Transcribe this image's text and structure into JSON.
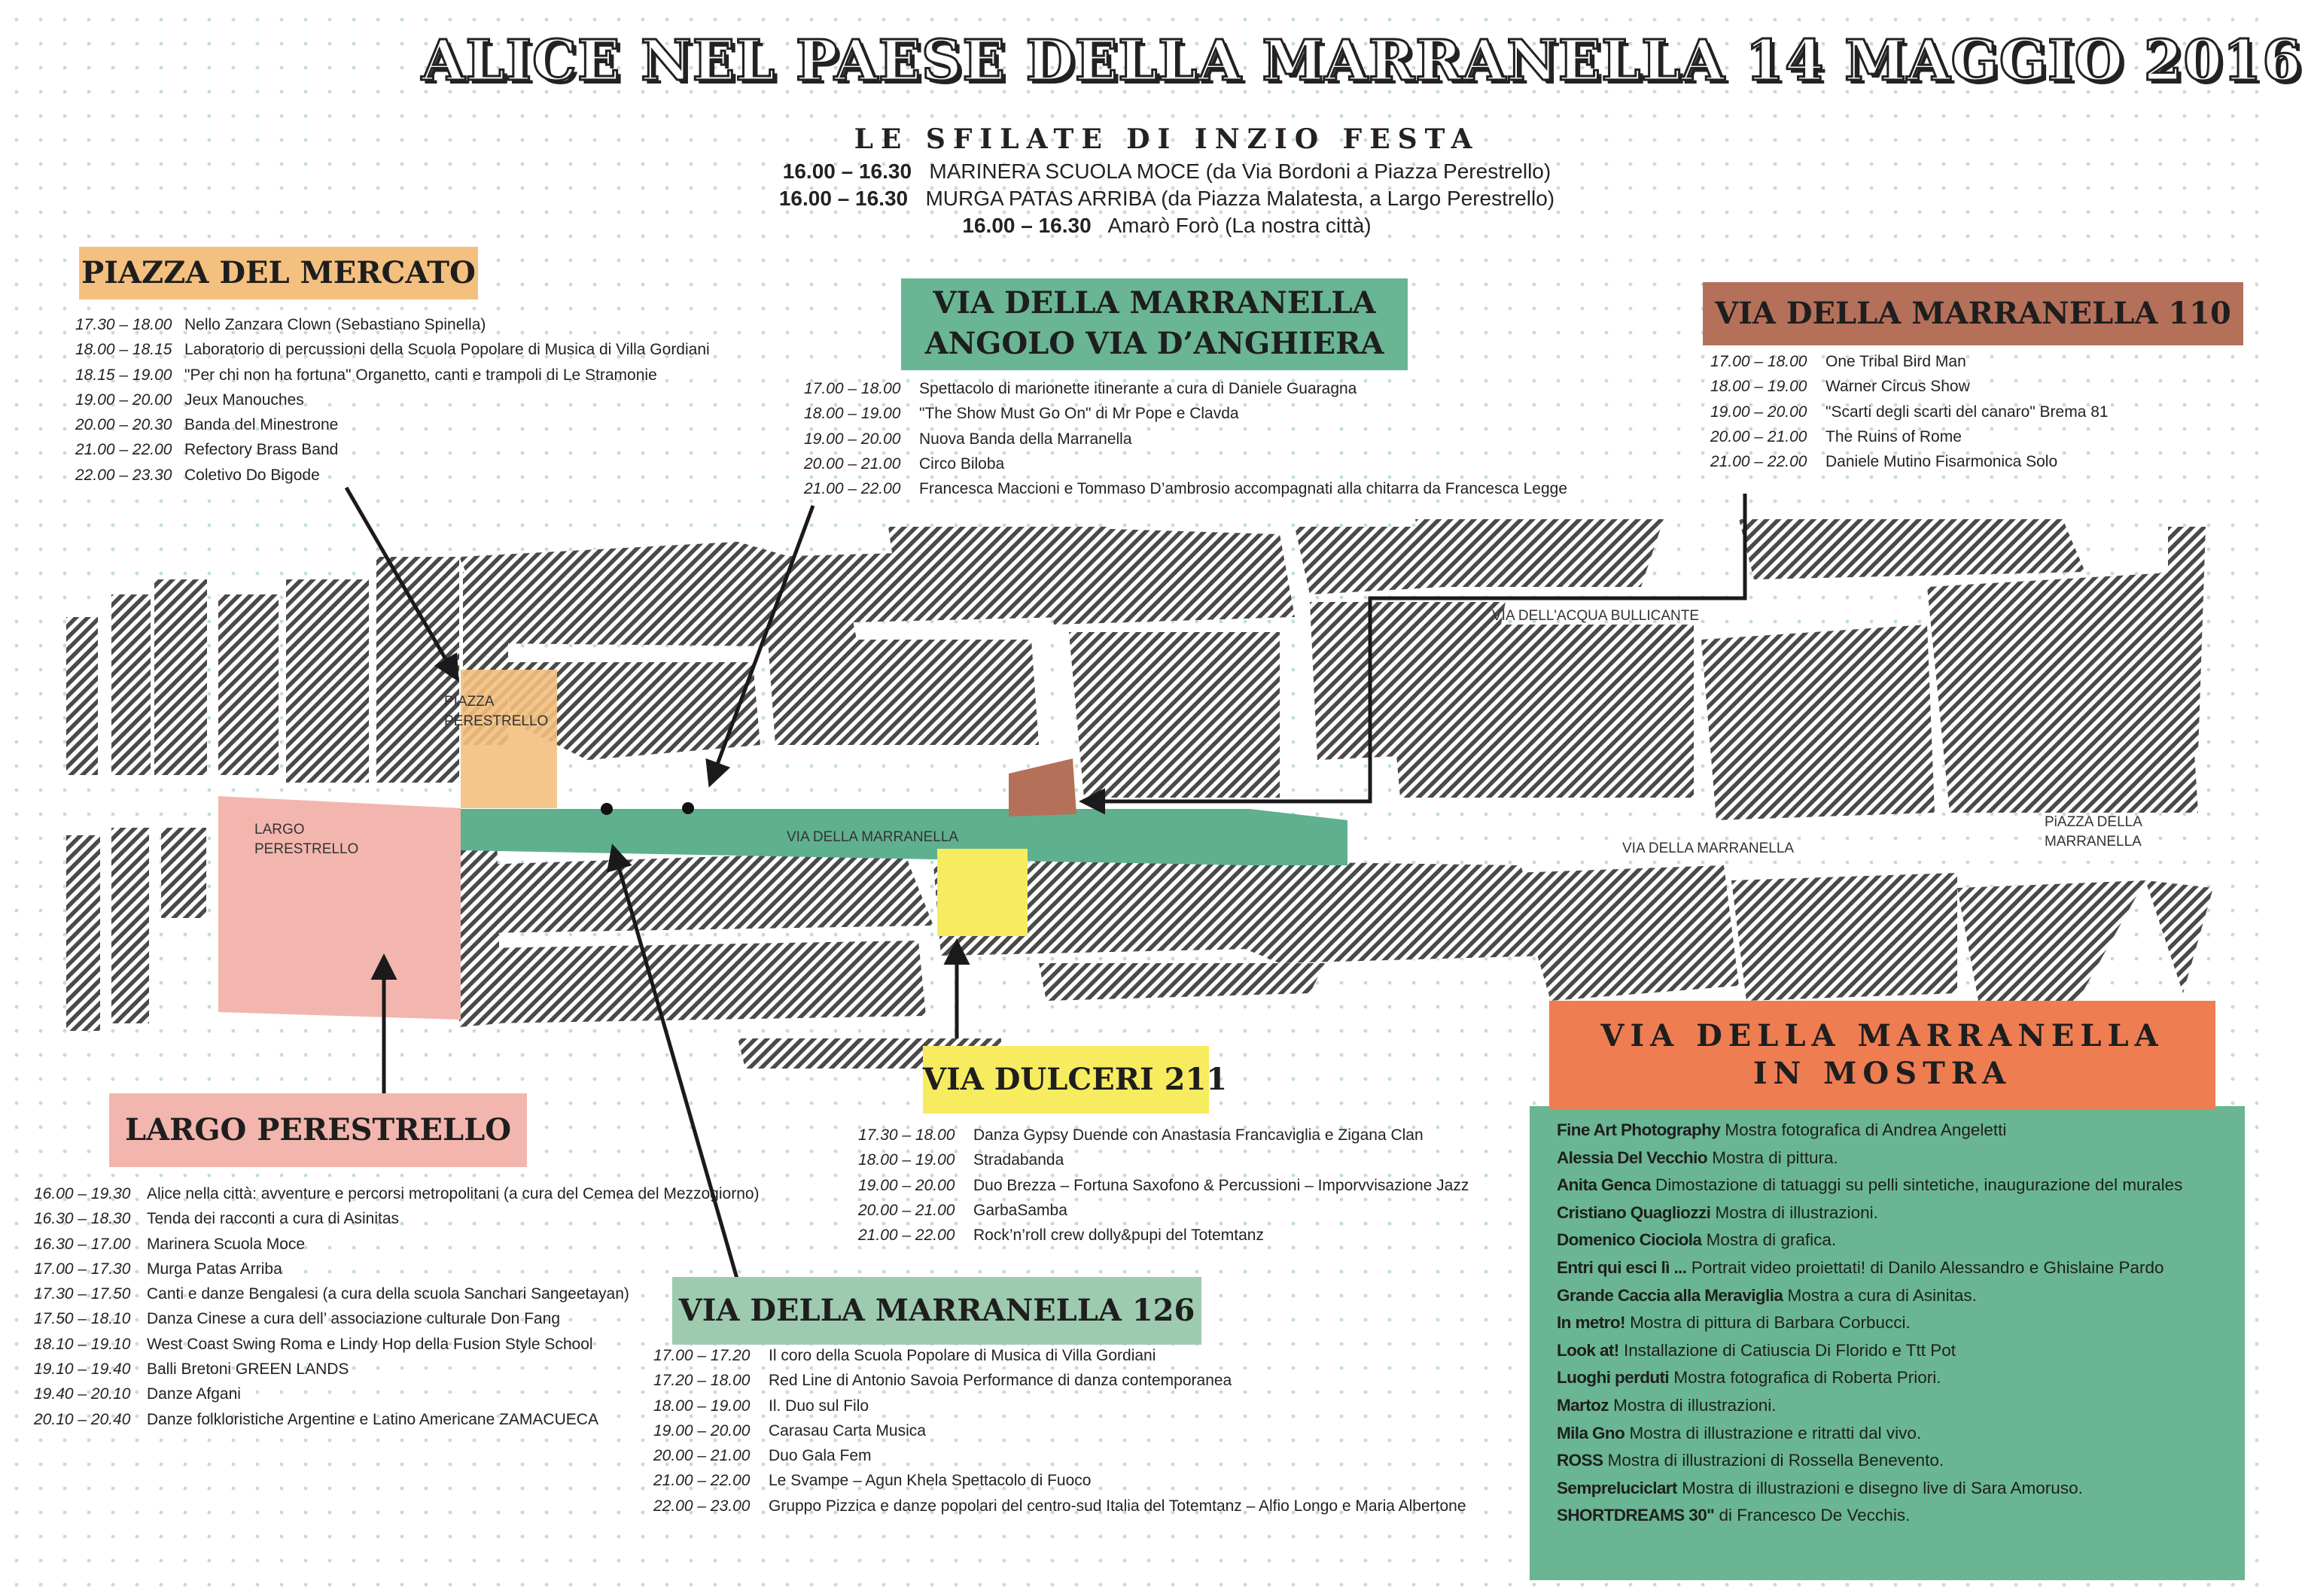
{
  "title": "ALICE NEL PAESE DELLA MARRANELLA 14 MAGGIO 2016",
  "sfilate": {
    "heading": "LE SFILATE DI INZIO FESTA",
    "items": [
      {
        "time": "16.00 – 16.30",
        "text": "MARINERA SCUOLA MOCE  (da Via Bordoni a Piazza Perestrello)"
      },
      {
        "time": "16.00 – 16.30",
        "text": "MURGA PATAS ARRIBA (da Piazza Malatesta, a Largo Perestrello)"
      },
      {
        "time": "16.00 – 16.30",
        "text": "Amarò Forò (La nostra città)"
      }
    ]
  },
  "colors": {
    "peach": "#f4c07f",
    "green": "#6ab594",
    "brown": "#b5705a",
    "pink": "#f2b6ae",
    "yellow": "#f7ec60",
    "orange": "#ee7d52",
    "lightgreen": "#9ecbb0",
    "street": "#5fb08f"
  },
  "sections": {
    "mercato": {
      "title": "PIAZZA DEL MERCATO",
      "items": [
        {
          "time": "17.30 – 18.00",
          "text": "Nello Zanzara Clown (Sebastiano Spinella)"
        },
        {
          "time": "18.00 – 18.15",
          "text": "Laboratorio di percussioni della Scuola Popolare di Musica di Villa Gordiani"
        },
        {
          "time": "18.15 – 19.00",
          "text": "\"Per chi non ha fortuna\" Organetto, canti e trampoli di Le Stramonie"
        },
        {
          "time": "19.00 – 20.00",
          "text": "Jeux Manouches"
        },
        {
          "time": "20.00 – 20.30",
          "text": "Banda del Minestrone"
        },
        {
          "time": "21.00 – 22.00",
          "text": "Refectory Brass Band"
        },
        {
          "time": "22.00 – 23.30",
          "text": "Coletivo Do Bigode"
        }
      ]
    },
    "anghiera": {
      "title_line1": "VIA DELLA MARRANELLA",
      "title_line2": "ANGOLO VIA D’ANGHIERA",
      "items": [
        {
          "time": "17.00 – 18.00",
          "text": "Spettacolo di marionette itinerante a cura di  Daniele Guaragna"
        },
        {
          "time": "18.00 – 19.00",
          "text": "\"The Show Must Go On\" di Mr Pope e Clavda"
        },
        {
          "time": "19.00 – 20.00",
          "text": "Nuova Banda della Marranella"
        },
        {
          "time": "20.00 – 21.00",
          "text": "Circo Biloba"
        },
        {
          "time": "21.00 – 22.00",
          "text": "Francesca Maccioni e Tommaso D’ambrosio accompagnati alla chitarra da Francesca Legge"
        }
      ]
    },
    "m110": {
      "title": "VIA DELLA MARRANELLA 110",
      "items": [
        {
          "time": "17.00 – 18.00",
          "text": "One Tribal Bird Man"
        },
        {
          "time": "18.00 – 19.00",
          "text": "Warner Circus Show"
        },
        {
          "time": "19.00 – 20.00",
          "text": "\"Scarti degli scarti del canaro\" Brema 81"
        },
        {
          "time": "20.00 – 21.00",
          "text": "The Ruins of Rome"
        },
        {
          "time": "21.00 – 22.00",
          "text": "Daniele Mutino Fisarmonica Solo"
        }
      ]
    },
    "largo": {
      "title": "LARGO PERESTRELLO",
      "items": [
        {
          "time": "16.00 – 19.30",
          "text": "Alice nella città: avventure e percorsi metropolitani (a cura del Cemea del Mezzogiorno)"
        },
        {
          "time": "16.30 – 18.30",
          "text": "Tenda dei racconti a cura di Asinitas"
        },
        {
          "time": "16.30 – 17.00",
          "text": "Marinera Scuola Moce"
        },
        {
          "time": "17.00 – 17.30",
          "text": "Murga Patas Arriba"
        },
        {
          "time": "17.30 – 17.50",
          "text": "Canti e danze Bengalesi (a cura della scuola Sanchari Sangeetayan)"
        },
        {
          "time": "17.50 – 18.10",
          "text": "Danza Cinese a cura dell’ associazione culturale Don Fang"
        },
        {
          "time": "18.10 – 19.10",
          "text": "West Coast Swing Roma e Lindy Hop della Fusion Style School"
        },
        {
          "time": "19.10 – 19.40",
          "text": "Balli Bretoni GREEN LANDS"
        },
        {
          "time": "19.40 – 20.10",
          "text": "Danze Afgani"
        },
        {
          "time": "20.10 – 20.40",
          "text": "Danze folkloristiche Argentine e Latino Americane ZAMACUECA"
        }
      ]
    },
    "dulceri": {
      "title": "VIA DULCERI 211",
      "items": [
        {
          "time": "17.30 – 18.00",
          "text": "Danza Gypsy Duende con Anastasia Francaviglia e Zigana Clan"
        },
        {
          "time": "18.00 – 19.00",
          "text": "Stradabanda"
        },
        {
          "time": "19.00 – 20.00",
          "text": "Duo Brezza – Fortuna  Saxofono & Percussioni – Imporvvisazione Jazz"
        },
        {
          "time": "20.00 – 21.00",
          "text": "GarbaSamba"
        },
        {
          "time": "21.00 – 22.00",
          "text": "Rock’n’roll crew dolly&pupi del Totemtanz"
        }
      ]
    },
    "m126": {
      "title": "VIA DELLA MARRANELLA 126",
      "items": [
        {
          "time": "17.00 – 17.20",
          "text": "Il coro della Scuola Popolare di Musica di Villa Gordiani"
        },
        {
          "time": "17.20 – 18.00",
          "text": "Red Line di Antonio Savoia Performance di danza contemporanea"
        },
        {
          "time": "18.00 – 19.00",
          "text": "Il. Duo sul Filo"
        },
        {
          "time": "19.00 – 20.00",
          "text": "Carasau Carta Musica"
        },
        {
          "time": "20.00 – 21.00",
          "text": "Duo Gala Fem"
        },
        {
          "time": "21.00 – 22.00",
          "text": "Le Svampe  – Agun Khela Spettacolo di Fuoco"
        },
        {
          "time": "22.00 – 23.00",
          "text": "Gruppo Pizzica e danze popolari del centro-sud Italia del Totemtanz – Alfio Longo e Maria Albertone"
        }
      ]
    }
  },
  "mostra": {
    "title_line1": "VIA DELLA MARRANELLA",
    "title_line2": "IN MOSTRA",
    "items": [
      {
        "name": "Fine Art Photography",
        "text": " Mostra fotografica di Andrea Angeletti"
      },
      {
        "name": "Alessia Del Vecchio",
        "text": " Mostra di pittura."
      },
      {
        "name": "Anita Genca",
        "text": " Dimostazione di tatuaggi su pelli sintetiche, inaugurazione del murales"
      },
      {
        "name": "Cristiano Quagliozzi",
        "text": " Mostra di illustrazioni."
      },
      {
        "name": "Domenico Ciociola",
        "text": " Mostra di grafica."
      },
      {
        "name": "Entri qui esci lì ...",
        "text": " Portrait video proiettati! di Danilo Alessandro e Ghislaine Pardo"
      },
      {
        "name": "Grande Caccia alla Meraviglia",
        "text": " Mostra a cura di Asinitas."
      },
      {
        "name": "In metro!",
        "text": " Mostra di pittura di Barbara Corbucci."
      },
      {
        "name": "Look at!",
        "text": " Installazione di Catiuscia Di Florido e Ttt Pot"
      },
      {
        "name": "Luoghi perduti",
        "text": " Mostra fotografica di Roberta Priori."
      },
      {
        "name": "Martoz",
        "text": " Mostra di illustrazioni."
      },
      {
        "name": "Mila Gno",
        "text": " Mostra di illustrazione e ritratti dal vivo."
      },
      {
        "name": "ROSS",
        "text": " Mostra di illustrazioni di Rossella Benevento."
      },
      {
        "name": "Sempreluciclart",
        "text": " Mostra di illustrazioni e disegno live  di Sara Amoruso."
      },
      {
        "name": "SHORTDREAMS 30\"",
        "text": " di Francesco De Vecchis."
      }
    ]
  },
  "map_labels": {
    "piazza_perestrello_1": "PIAZZA",
    "piazza_perestrello_2": "PERESTRELLO",
    "largo_perestrello_1": "LARGO",
    "largo_perestrello_2": "PERESTRELLO",
    "via_marranella": "VIA DELLA MARRANELLA",
    "via_marranella_right": "VIA DELLA MARRANELLA",
    "via_acqua": "VIA DELL'ACQUA BULLICANTE",
    "piazza_marranella_1": "PiAZZA DELLA",
    "piazza_marranella_2": "MARRANELLA"
  }
}
